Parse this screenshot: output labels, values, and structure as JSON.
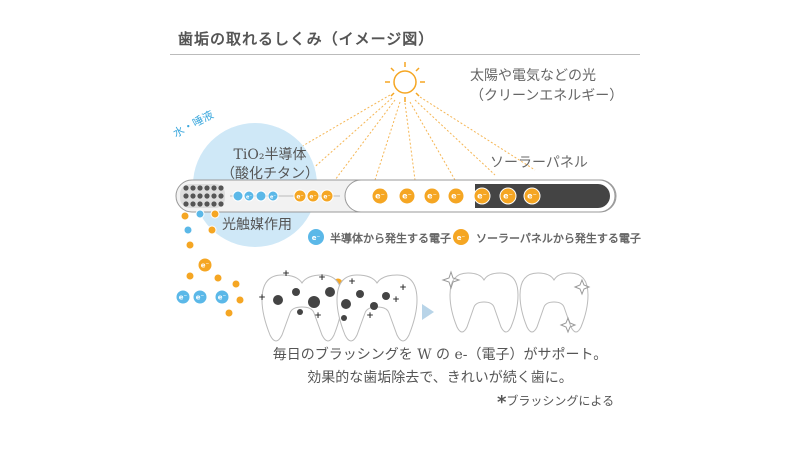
{
  "title": "歯垢の取れるしくみ（イメージ図）",
  "sun_label": [
    "太陽や電気などの光",
    "（クリーンエネルギー）"
  ],
  "solar_panel_label": "ソーラーパネル",
  "water_label": "水・唾液",
  "tio2_label": [
    "TiO₂半導体",
    "（酸化チタン）"
  ],
  "photocatalyst_label": "光触媒作用",
  "electron_symbol": "e⁻",
  "legend": [
    {
      "label": "半導体から発生する電子",
      "color": "#5bb8e8"
    },
    {
      "label": "ソーラーパネルから発生する電子",
      "color": "#f5a623"
    }
  ],
  "message": [
    "毎日のブラッシングを W の e-（電子）がサポート。",
    "効果的な歯垢除去で、きれいが続く歯に。"
  ],
  "note_star": "*",
  "note": "ブラッシングによる",
  "colors": {
    "blue_electron": "#5bb8e8",
    "orange_electron": "#f5a623",
    "bubble": "#cfe8f7",
    "plaque": "#444444"
  }
}
